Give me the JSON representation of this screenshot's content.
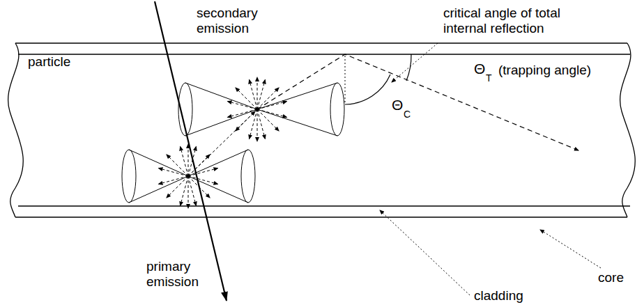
{
  "diagram": {
    "labels": [
      "particle",
      "secondary emission",
      "critical angle of total internal reflection",
      "Θ",
      "T",
      "(trapping angle)",
      "Θ",
      "C",
      "primary emission",
      "cladding",
      "core"
    ]
  }
}
